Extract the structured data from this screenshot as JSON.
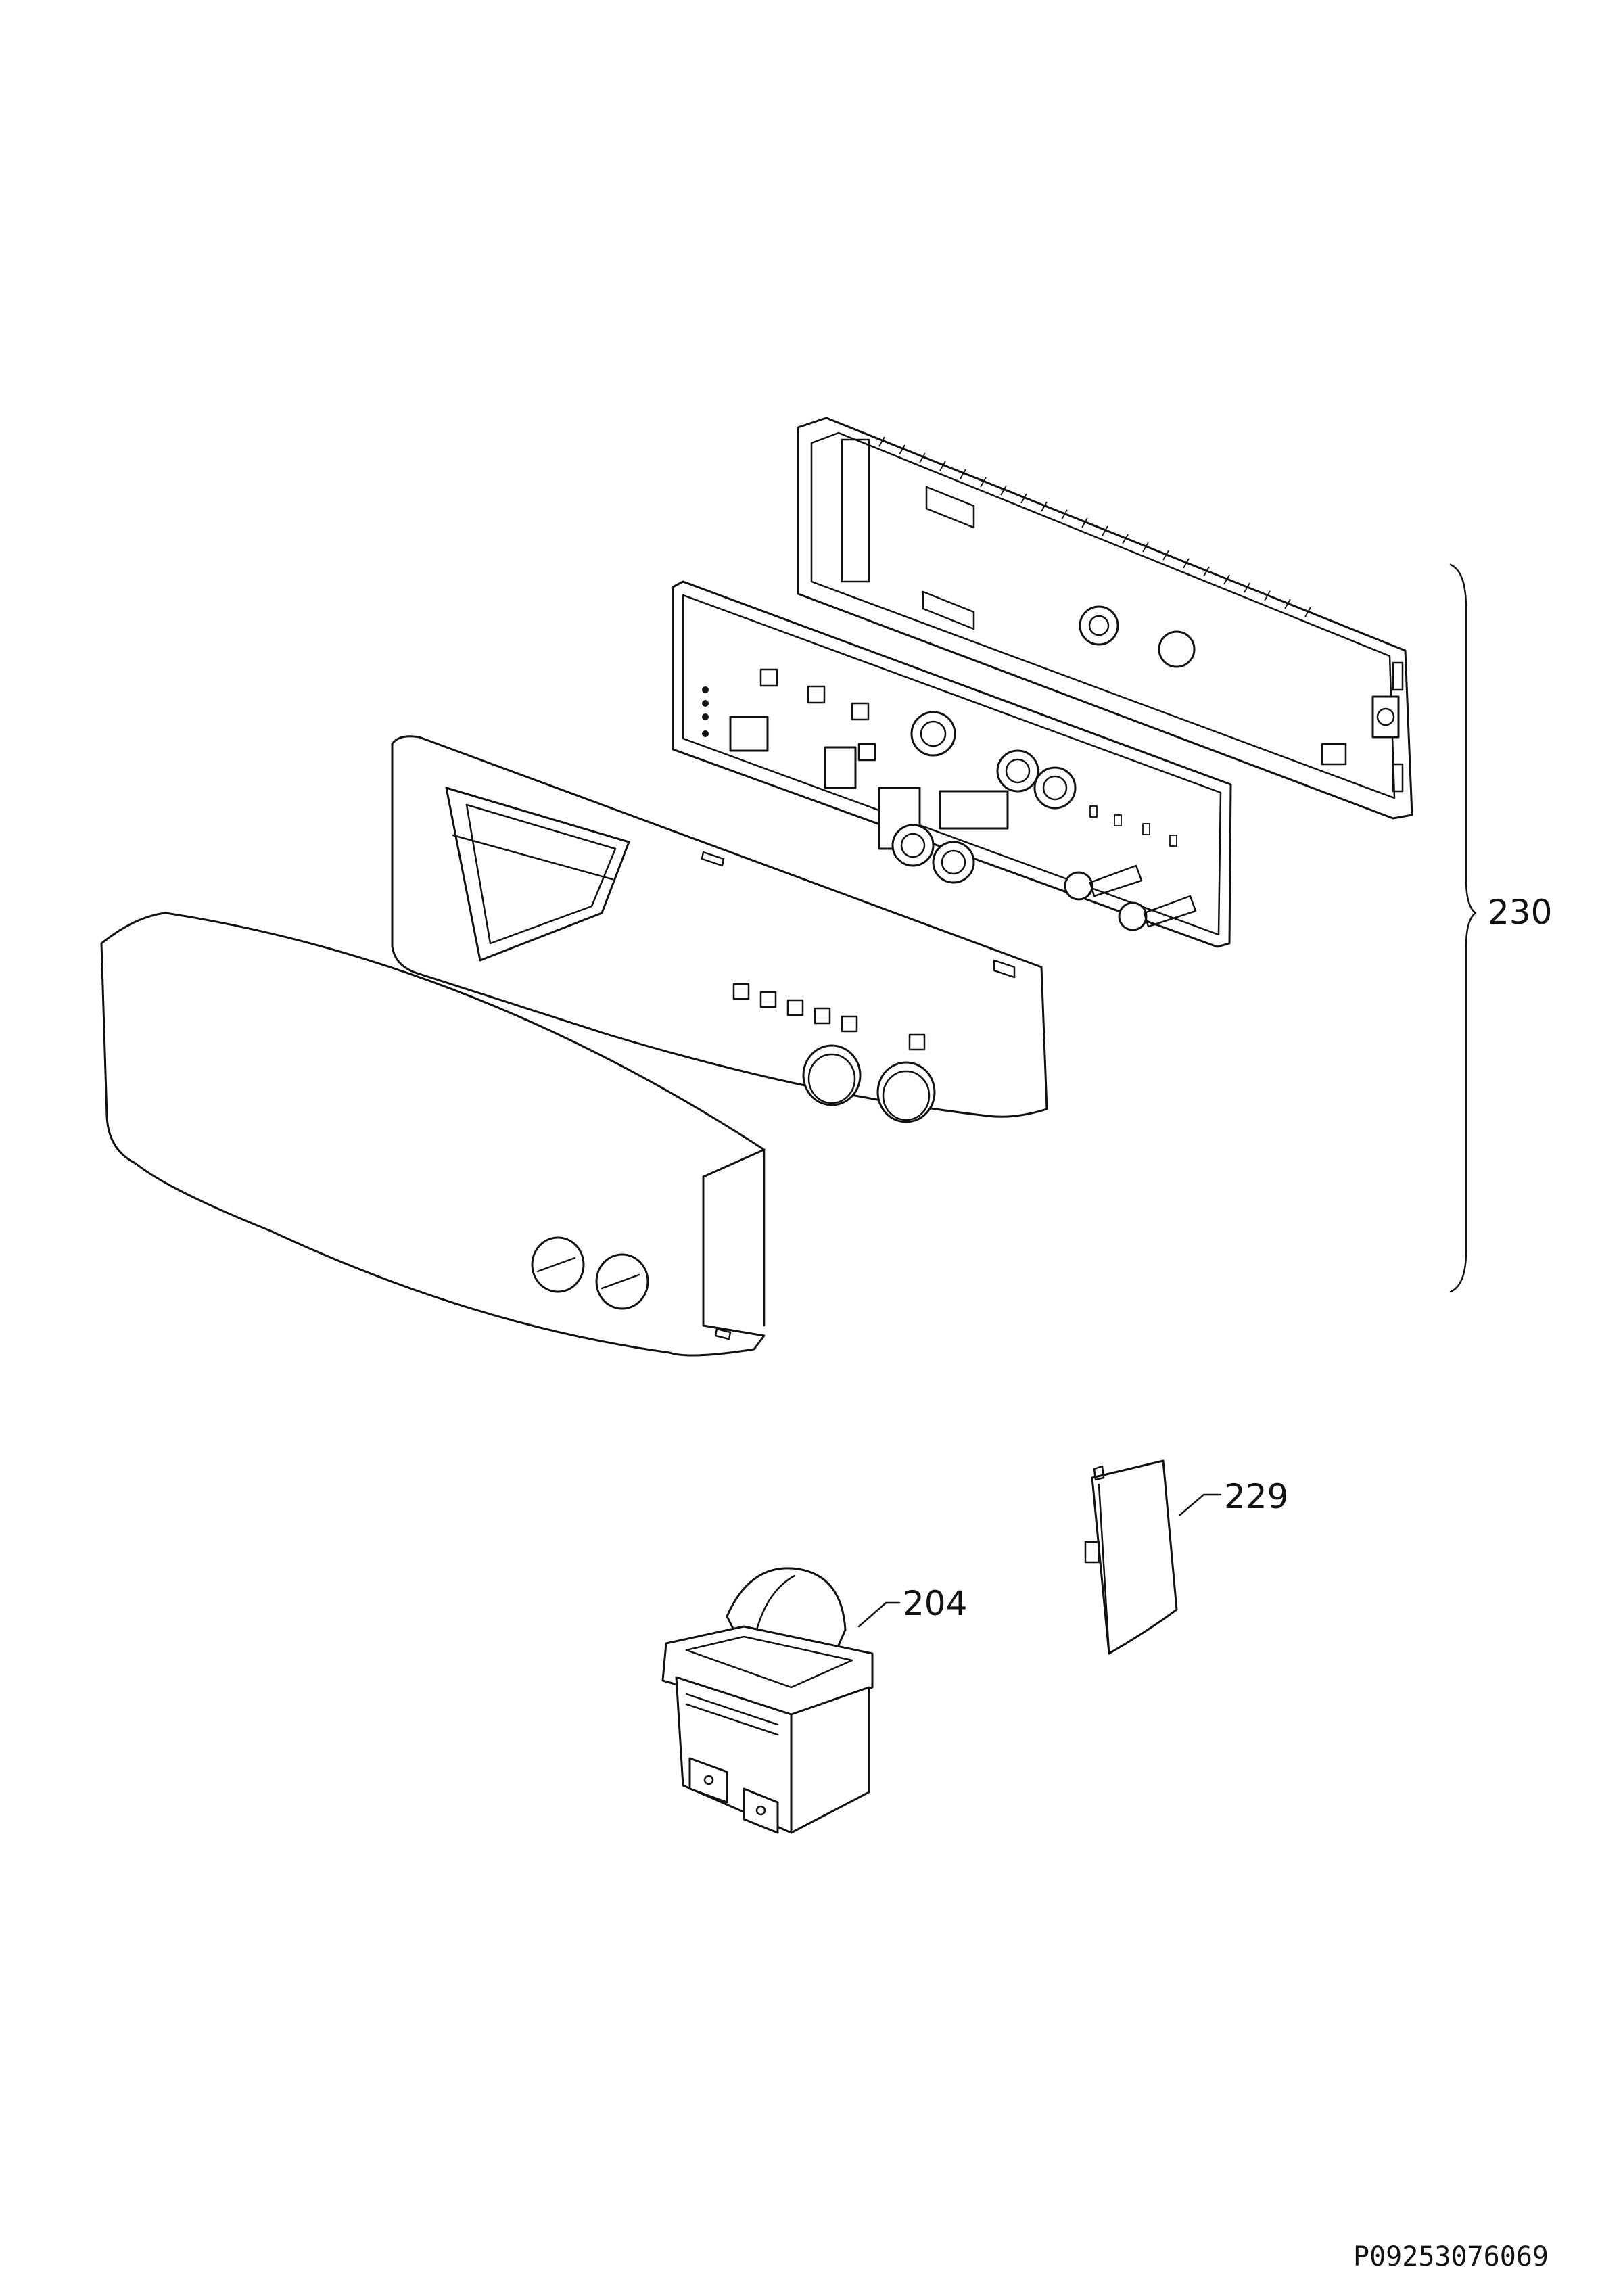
{
  "callouts": {
    "assembly": "230",
    "cover_clip": "229",
    "switch": "204"
  },
  "document_id": "P09253076069"
}
